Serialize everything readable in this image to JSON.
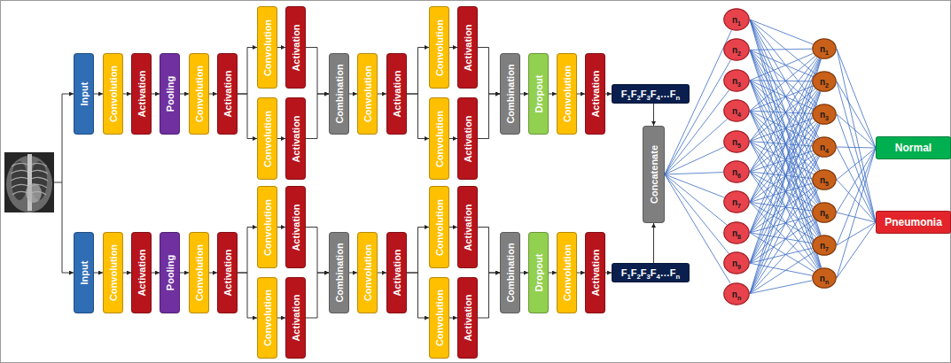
{
  "diagram": {
    "nodes": [
      {
        "text": [
          "Input"
        ]
      },
      {
        "text": [
          "Convolution"
        ]
      },
      {
        "text": [
          "Activation"
        ]
      },
      {
        "text": [
          "Pooling"
        ]
      },
      {
        "text": [
          "Convolution"
        ]
      },
      {
        "text": [
          "Activation"
        ]
      },
      {
        "text": [
          "Convolution"
        ]
      },
      {
        "text": [
          "Activation"
        ]
      },
      {
        "text": [
          "Convolution"
        ]
      },
      {
        "text": [
          "Activation"
        ]
      },
      {
        "text": [
          "Combination"
        ]
      },
      {
        "text": [
          "Convolution"
        ]
      },
      {
        "text": [
          "Activation"
        ]
      },
      {
        "text": [
          "Convolution"
        ]
      },
      {
        "text": [
          "Activation"
        ]
      },
      {
        "text": [
          "Convolution"
        ]
      },
      {
        "text": [
          "Activation"
        ]
      },
      {
        "text": [
          "Combination"
        ]
      },
      {
        "text": [
          "Dropout"
        ]
      },
      {
        "text": [
          "Convolution"
        ]
      },
      {
        "text": [
          "Activation"
        ]
      },
      {
        "text": [
          "F1F2F3F4…Fn"
        ]
      },
      {
        "text": [
          "Input"
        ]
      },
      {
        "text": [
          "Convolution"
        ]
      },
      {
        "text": [
          "Activation"
        ]
      },
      {
        "text": [
          "Pooling"
        ]
      },
      {
        "text": [
          "Convolution"
        ]
      },
      {
        "text": [
          "Activation"
        ]
      },
      {
        "text": [
          "Convolution"
        ]
      },
      {
        "text": [
          "Activation"
        ]
      },
      {
        "text": [
          "Convolution"
        ]
      },
      {
        "text": [
          "Activation"
        ]
      },
      {
        "text": [
          "Combination"
        ]
      },
      {
        "text": [
          "Convolution"
        ]
      },
      {
        "text": [
          "Activation"
        ]
      },
      {
        "text": [
          "Convolution"
        ]
      },
      {
        "text": [
          "Activation"
        ]
      },
      {
        "text": [
          "Convolution"
        ]
      },
      {
        "text": [
          "Activation"
        ]
      },
      {
        "text": [
          "Combination"
        ]
      },
      {
        "text": [
          "Dropout"
        ]
      },
      {
        "text": [
          "Convolution"
        ]
      },
      {
        "text": [
          "Activation"
        ]
      },
      {
        "text": [
          "F1F2F3F4…Fn"
        ]
      },
      {
        "text": [
          "Concatenate"
        ]
      },
      {
        "text": [
          "n1"
        ]
      },
      {
        "text": [
          "n2"
        ]
      },
      {
        "text": [
          "n3"
        ]
      },
      {
        "text": [
          "n4"
        ]
      },
      {
        "text": [
          "n5"
        ]
      },
      {
        "text": [
          "n6"
        ]
      },
      {
        "text": [
          "n7"
        ]
      },
      {
        "text": [
          "n8"
        ]
      },
      {
        "text": [
          "n9"
        ]
      },
      {
        "text": [
          "nn"
        ]
      },
      {
        "text": [
          "n1"
        ]
      },
      {
        "text": [
          "n2"
        ]
      },
      {
        "text": [
          "n3"
        ]
      },
      {
        "text": [
          "n4"
        ]
      },
      {
        "text": [
          "n5"
        ]
      },
      {
        "text": [
          "n6"
        ]
      },
      {
        "text": [
          "n7"
        ]
      },
      {
        "text": [
          "nn"
        ]
      },
      {
        "text": [
          "Normal"
        ]
      },
      {
        "text": [
          "Pneumonia"
        ]
      }
    ],
    "edges": [
      {
        "from": 0,
        "to": 1,
        "arrow": "to"
      },
      {
        "from": 1,
        "to": 2,
        "arrow": "to"
      },
      {
        "from": 2,
        "to": 3,
        "arrow": "to"
      },
      {
        "from": 3,
        "to": 4,
        "arrow": "to"
      },
      {
        "from": 4,
        "to": 5,
        "arrow": "to"
      },
      {
        "from": 5,
        "to": 6,
        "arrow": "to"
      },
      {
        "from": 5,
        "to": 8,
        "arrow": "to"
      },
      {
        "from": 6,
        "to": 7,
        "arrow": "to"
      },
      {
        "from": 8,
        "to": 9,
        "arrow": "to"
      },
      {
        "from": 7,
        "to": 10,
        "arrow": "to"
      },
      {
        "from": 9,
        "to": 10,
        "arrow": "to"
      },
      {
        "from": 10,
        "to": 11,
        "arrow": "to"
      },
      {
        "from": 11,
        "to": 12,
        "arrow": "to"
      },
      {
        "from": 12,
        "to": 13,
        "arrow": "to"
      },
      {
        "from": 12,
        "to": 15,
        "arrow": "to"
      },
      {
        "from": 13,
        "to": 14,
        "arrow": "to"
      },
      {
        "from": 15,
        "to": 16,
        "arrow": "to"
      },
      {
        "from": 14,
        "to": 17,
        "arrow": "to"
      },
      {
        "from": 16,
        "to": 17,
        "arrow": "to"
      },
      {
        "from": 17,
        "to": 18,
        "arrow": "to"
      },
      {
        "from": 18,
        "to": 19,
        "arrow": "to"
      },
      {
        "from": 19,
        "to": 20,
        "arrow": "to"
      },
      {
        "from": 20,
        "to": 21,
        "arrow": "to"
      },
      {
        "from": 22,
        "to": 23,
        "arrow": "to"
      },
      {
        "from": 23,
        "to": 24,
        "arrow": "to"
      },
      {
        "from": 24,
        "to": 25,
        "arrow": "to"
      },
      {
        "from": 25,
        "to": 26,
        "arrow": "to"
      },
      {
        "from": 26,
        "to": 27,
        "arrow": "to"
      },
      {
        "from": 27,
        "to": 28,
        "arrow": "to"
      },
      {
        "from": 27,
        "to": 30,
        "arrow": "to"
      },
      {
        "from": 28,
        "to": 29,
        "arrow": "to"
      },
      {
        "from": 30,
        "to": 31,
        "arrow": "to"
      },
      {
        "from": 29,
        "to": 32,
        "arrow": "to"
      },
      {
        "from": 31,
        "to": 32,
        "arrow": "to"
      },
      {
        "from": 32,
        "to": 33,
        "arrow": "to"
      },
      {
        "from": 33,
        "to": 34,
        "arrow": "to"
      },
      {
        "from": 34,
        "to": 35,
        "arrow": "to"
      },
      {
        "from": 34,
        "to": 37,
        "arrow": "to"
      },
      {
        "from": 35,
        "to": 36,
        "arrow": "to"
      },
      {
        "from": 37,
        "to": 38,
        "arrow": "to"
      },
      {
        "from": 36,
        "to": 39,
        "arrow": "to"
      },
      {
        "from": 38,
        "to": 39,
        "arrow": "to"
      },
      {
        "from": 39,
        "to": 40,
        "arrow": "to"
      },
      {
        "from": 40,
        "to": 41,
        "arrow": "to"
      },
      {
        "from": 41,
        "to": 42,
        "arrow": "to"
      },
      {
        "from": 42,
        "to": 43,
        "arrow": "to"
      },
      {
        "from": 21,
        "to": 44,
        "arrow": "to"
      },
      {
        "from": 43,
        "to": 44,
        "arrow": "to"
      },
      {
        "from": 44,
        "to": 45,
        "arrow": "none"
      },
      {
        "from": 44,
        "to": 46,
        "arrow": "none"
      },
      {
        "from": 44,
        "to": 47,
        "arrow": "none"
      },
      {
        "from": 44,
        "to": 48,
        "arrow": "none"
      },
      {
        "from": 44,
        "to": 49,
        "arrow": "none"
      },
      {
        "from": 44,
        "to": 50,
        "arrow": "none"
      },
      {
        "from": 44,
        "to": 51,
        "arrow": "none"
      },
      {
        "from": 44,
        "to": 52,
        "arrow": "none"
      },
      {
        "from": 44,
        "to": 53,
        "arrow": "none"
      },
      {
        "from": 44,
        "to": 54,
        "arrow": "none"
      },
      {
        "from": 45,
        "to": 55,
        "arrow": "none"
      },
      {
        "from": 45,
        "to": 56,
        "arrow": "none"
      },
      {
        "from": 45,
        "to": 57,
        "arrow": "none"
      },
      {
        "from": 45,
        "to": 58,
        "arrow": "none"
      },
      {
        "from": 45,
        "to": 59,
        "arrow": "none"
      },
      {
        "from": 45,
        "to": 60,
        "arrow": "none"
      },
      {
        "from": 45,
        "to": 61,
        "arrow": "none"
      },
      {
        "from": 45,
        "to": 62,
        "arrow": "none"
      },
      {
        "from": 46,
        "to": 55,
        "arrow": "none"
      },
      {
        "from": 46,
        "to": 56,
        "arrow": "none"
      },
      {
        "from": 46,
        "to": 57,
        "arrow": "none"
      },
      {
        "from": 46,
        "to": 58,
        "arrow": "none"
      },
      {
        "from": 46,
        "to": 59,
        "arrow": "none"
      },
      {
        "from": 46,
        "to": 60,
        "arrow": "none"
      },
      {
        "from": 46,
        "to": 61,
        "arrow": "none"
      },
      {
        "from": 46,
        "to": 62,
        "arrow": "none"
      },
      {
        "from": 47,
        "to": 55,
        "arrow": "none"
      },
      {
        "from": 47,
        "to": 56,
        "arrow": "none"
      },
      {
        "from": 47,
        "to": 57,
        "arrow": "none"
      },
      {
        "from": 47,
        "to": 58,
        "arrow": "none"
      },
      {
        "from": 47,
        "to": 59,
        "arrow": "none"
      },
      {
        "from": 47,
        "to": 60,
        "arrow": "none"
      },
      {
        "from": 47,
        "to": 61,
        "arrow": "none"
      },
      {
        "from": 47,
        "to": 62,
        "arrow": "none"
      },
      {
        "from": 48,
        "to": 55,
        "arrow": "none"
      },
      {
        "from": 48,
        "to": 56,
        "arrow": "none"
      },
      {
        "from": 48,
        "to": 57,
        "arrow": "none"
      },
      {
        "from": 48,
        "to": 58,
        "arrow": "none"
      },
      {
        "from": 48,
        "to": 59,
        "arrow": "none"
      },
      {
        "from": 48,
        "to": 60,
        "arrow": "none"
      },
      {
        "from": 48,
        "to": 61,
        "arrow": "none"
      },
      {
        "from": 48,
        "to": 62,
        "arrow": "none"
      },
      {
        "from": 49,
        "to": 55,
        "arrow": "none"
      },
      {
        "from": 49,
        "to": 56,
        "arrow": "none"
      },
      {
        "from": 49,
        "to": 57,
        "arrow": "none"
      },
      {
        "from": 49,
        "to": 58,
        "arrow": "none"
      },
      {
        "from": 49,
        "to": 59,
        "arrow": "none"
      },
      {
        "from": 49,
        "to": 60,
        "arrow": "none"
      },
      {
        "from": 49,
        "to": 61,
        "arrow": "none"
      },
      {
        "from": 49,
        "to": 62,
        "arrow": "none"
      },
      {
        "from": 50,
        "to": 55,
        "arrow": "none"
      },
      {
        "from": 50,
        "to": 56,
        "arrow": "none"
      },
      {
        "from": 50,
        "to": 57,
        "arrow": "none"
      },
      {
        "from": 50,
        "to": 58,
        "arrow": "none"
      },
      {
        "from": 50,
        "to": 59,
        "arrow": "none"
      },
      {
        "from": 50,
        "to": 60,
        "arrow": "none"
      },
      {
        "from": 50,
        "to": 61,
        "arrow": "none"
      },
      {
        "from": 50,
        "to": 62,
        "arrow": "none"
      },
      {
        "from": 51,
        "to": 55,
        "arrow": "none"
      },
      {
        "from": 51,
        "to": 56,
        "arrow": "none"
      },
      {
        "from": 51,
        "to": 57,
        "arrow": "none"
      },
      {
        "from": 51,
        "to": 58,
        "arrow": "none"
      },
      {
        "from": 51,
        "to": 59,
        "arrow": "none"
      },
      {
        "from": 51,
        "to": 60,
        "arrow": "none"
      },
      {
        "from": 51,
        "to": 61,
        "arrow": "none"
      },
      {
        "from": 51,
        "to": 62,
        "arrow": "none"
      },
      {
        "from": 52,
        "to": 55,
        "arrow": "none"
      },
      {
        "from": 52,
        "to": 56,
        "arrow": "none"
      },
      {
        "from": 52,
        "to": 57,
        "arrow": "none"
      },
      {
        "from": 52,
        "to": 58,
        "arrow": "none"
      },
      {
        "from": 52,
        "to": 59,
        "arrow": "none"
      },
      {
        "from": 52,
        "to": 60,
        "arrow": "none"
      },
      {
        "from": 52,
        "to": 61,
        "arrow": "none"
      },
      {
        "from": 52,
        "to": 62,
        "arrow": "none"
      },
      {
        "from": 53,
        "to": 55,
        "arrow": "none"
      },
      {
        "from": 53,
        "to": 56,
        "arrow": "none"
      },
      {
        "from": 53,
        "to": 57,
        "arrow": "none"
      },
      {
        "from": 53,
        "to": 58,
        "arrow": "none"
      },
      {
        "from": 53,
        "to": 59,
        "arrow": "none"
      },
      {
        "from": 53,
        "to": 60,
        "arrow": "none"
      },
      {
        "from": 53,
        "to": 61,
        "arrow": "none"
      },
      {
        "from": 53,
        "to": 62,
        "arrow": "none"
      },
      {
        "from": 54,
        "to": 55,
        "arrow": "none"
      },
      {
        "from": 54,
        "to": 56,
        "arrow": "none"
      },
      {
        "from": 54,
        "to": 57,
        "arrow": "none"
      },
      {
        "from": 54,
        "to": 58,
        "arrow": "none"
      },
      {
        "from": 54,
        "to": 59,
        "arrow": "none"
      },
      {
        "from": 54,
        "to": 60,
        "arrow": "none"
      },
      {
        "from": 54,
        "to": 61,
        "arrow": "none"
      },
      {
        "from": 54,
        "to": 62,
        "arrow": "none"
      },
      {
        "from": 55,
        "to": 63,
        "arrow": "none"
      },
      {
        "from": 55,
        "to": 64,
        "arrow": "none"
      },
      {
        "from": 56,
        "to": 63,
        "arrow": "none"
      },
      {
        "from": 56,
        "to": 64,
        "arrow": "none"
      },
      {
        "from": 57,
        "to": 63,
        "arrow": "none"
      },
      {
        "from": 57,
        "to": 64,
        "arrow": "none"
      },
      {
        "from": 58,
        "to": 63,
        "arrow": "none"
      },
      {
        "from": 58,
        "to": 64,
        "arrow": "none"
      },
      {
        "from": 59,
        "to": 63,
        "arrow": "none"
      },
      {
        "from": 59,
        "to": 64,
        "arrow": "none"
      },
      {
        "from": 60,
        "to": 63,
        "arrow": "none"
      },
      {
        "from": 60,
        "to": 64,
        "arrow": "none"
      },
      {
        "from": 61,
        "to": 63,
        "arrow": "none"
      },
      {
        "from": 61,
        "to": 64,
        "arrow": "none"
      },
      {
        "from": 62,
        "to": 63,
        "arrow": "none"
      },
      {
        "from": 62,
        "to": 64,
        "arrow": "none"
      }
    ]
  }
}
